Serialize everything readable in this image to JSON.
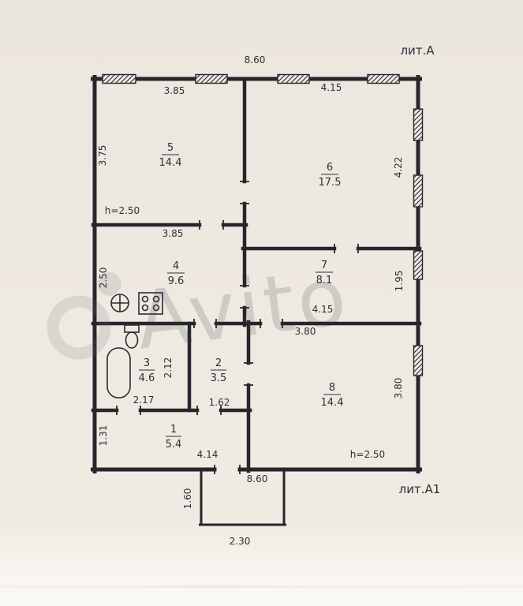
{
  "plan": {
    "building_label_top": "лит.А",
    "building_label_bottom": "лит.А1",
    "overall_width_top": "8.60",
    "overall_width_bottom": "8.60",
    "extension": {
      "depth": "1.60",
      "width": "2.30"
    },
    "rooms": [
      {
        "number": "1",
        "area": "5.4",
        "dim_left": "1.31",
        "dim_bottom": "4.14"
      },
      {
        "number": "2",
        "area": "3.5",
        "dim_bottom": "1.62"
      },
      {
        "number": "3",
        "area": "4.6",
        "dim_right": "2.12",
        "dim_bottom": "2.17"
      },
      {
        "number": "4",
        "area": "9.6",
        "dim_top": "3.85",
        "dim_left": "2.50"
      },
      {
        "number": "5",
        "area": "14.4",
        "dim_top": "3.85",
        "dim_left": "3.75",
        "ceiling": "h=2.50"
      },
      {
        "number": "6",
        "area": "17.5",
        "dim_top": "4.15",
        "dim_right": "4.22"
      },
      {
        "number": "7",
        "area": "8.1",
        "dim_bottom": "4.15",
        "dim_right": "1.95"
      },
      {
        "number": "8",
        "area": "14.4",
        "dim_top": "3.80",
        "dim_right": "3.80",
        "ceiling": "h=2.50"
      }
    ]
  },
  "watermark": {
    "text": "Avito"
  },
  "colors": {
    "paper": "#eee9e1",
    "ink": "#26262c",
    "watermark": "#6f6f74"
  }
}
